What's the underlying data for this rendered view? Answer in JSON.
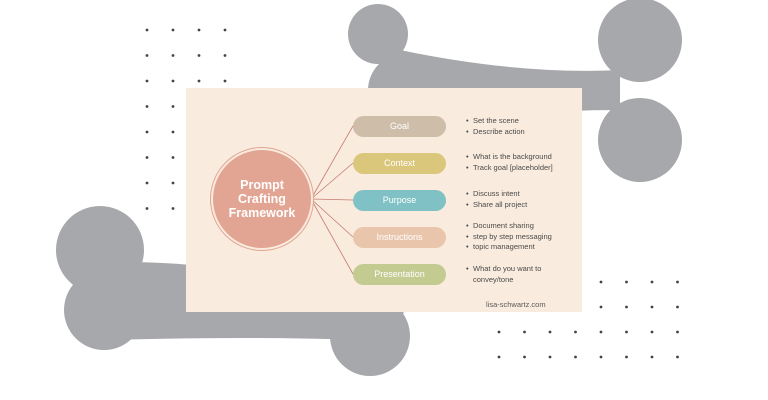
{
  "center": {
    "line1": "Prompt",
    "line2": "Crafting",
    "line3": "Framework"
  },
  "branches": [
    {
      "label": "Goal",
      "color": "#cdbda9",
      "bullets": [
        "Set the scene",
        "Describe action"
      ]
    },
    {
      "label": "Context",
      "color": "#dbc77c",
      "bullets": [
        "What is the background",
        "Track goal [placeholder]"
      ]
    },
    {
      "label": "Purpose",
      "color": "#7fc1c4",
      "bullets": [
        "Discuss intent",
        "Share all project"
      ]
    },
    {
      "label": "Instructions",
      "color": "#e9c5ab",
      "bullets": [
        "Document sharing",
        "step by step messaging",
        "topic management"
      ]
    },
    {
      "label": "Presentation",
      "color": "#c3cb91",
      "bullets": [
        "What do you want to",
        "convey/tone"
      ]
    }
  ],
  "credit": "lisa-schwartz.com",
  "colors": {
    "bone": "#a7a8ab",
    "card": "#f9ebdd",
    "center": "#e2a593",
    "connector": "#c77a72",
    "dots": "#444444"
  }
}
